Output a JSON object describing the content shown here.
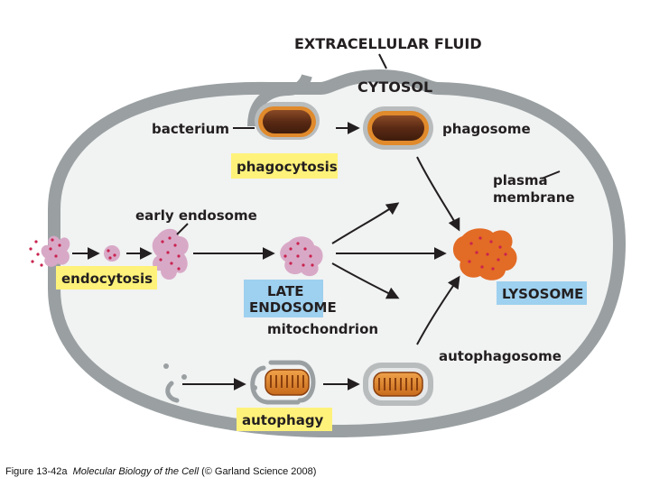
{
  "labels": {
    "extracellular_fluid": "EXTRACELLULAR FLUID",
    "cytosol": "CYTOSOL",
    "bacterium": "bacterium",
    "phagosome": "phagosome",
    "phagocytosis": "phagocytosis",
    "plasma": "plasma",
    "membrane": "membrane",
    "early_endosome": "early endosome",
    "endocytosis": "endocytosis",
    "late": "LATE",
    "endosome": "ENDOSOME",
    "lysosome": "LYSOSOME",
    "mitochondrion": "mitochondrion",
    "autophagosome": "autophagosome",
    "autophagy": "autophagy"
  },
  "caption": {
    "prefix": "Figure 13-42a",
    "title": "Molecular Biology of the Cell",
    "suffix": "(© Garland Science 2008)"
  },
  "colors": {
    "cell_membrane": "#9aa0a2",
    "cytosol": "#f1f2f2",
    "phago_box": "#fff27a",
    "lyso_box": "#9ed0ef",
    "cargo_dots": "#c9234f",
    "vesicle_fill": "#d8a9c7",
    "lysosome_fill": "#e26b25",
    "bacterium_body": "#5a2a14",
    "bacterium_rim": "#e08a2c"
  }
}
